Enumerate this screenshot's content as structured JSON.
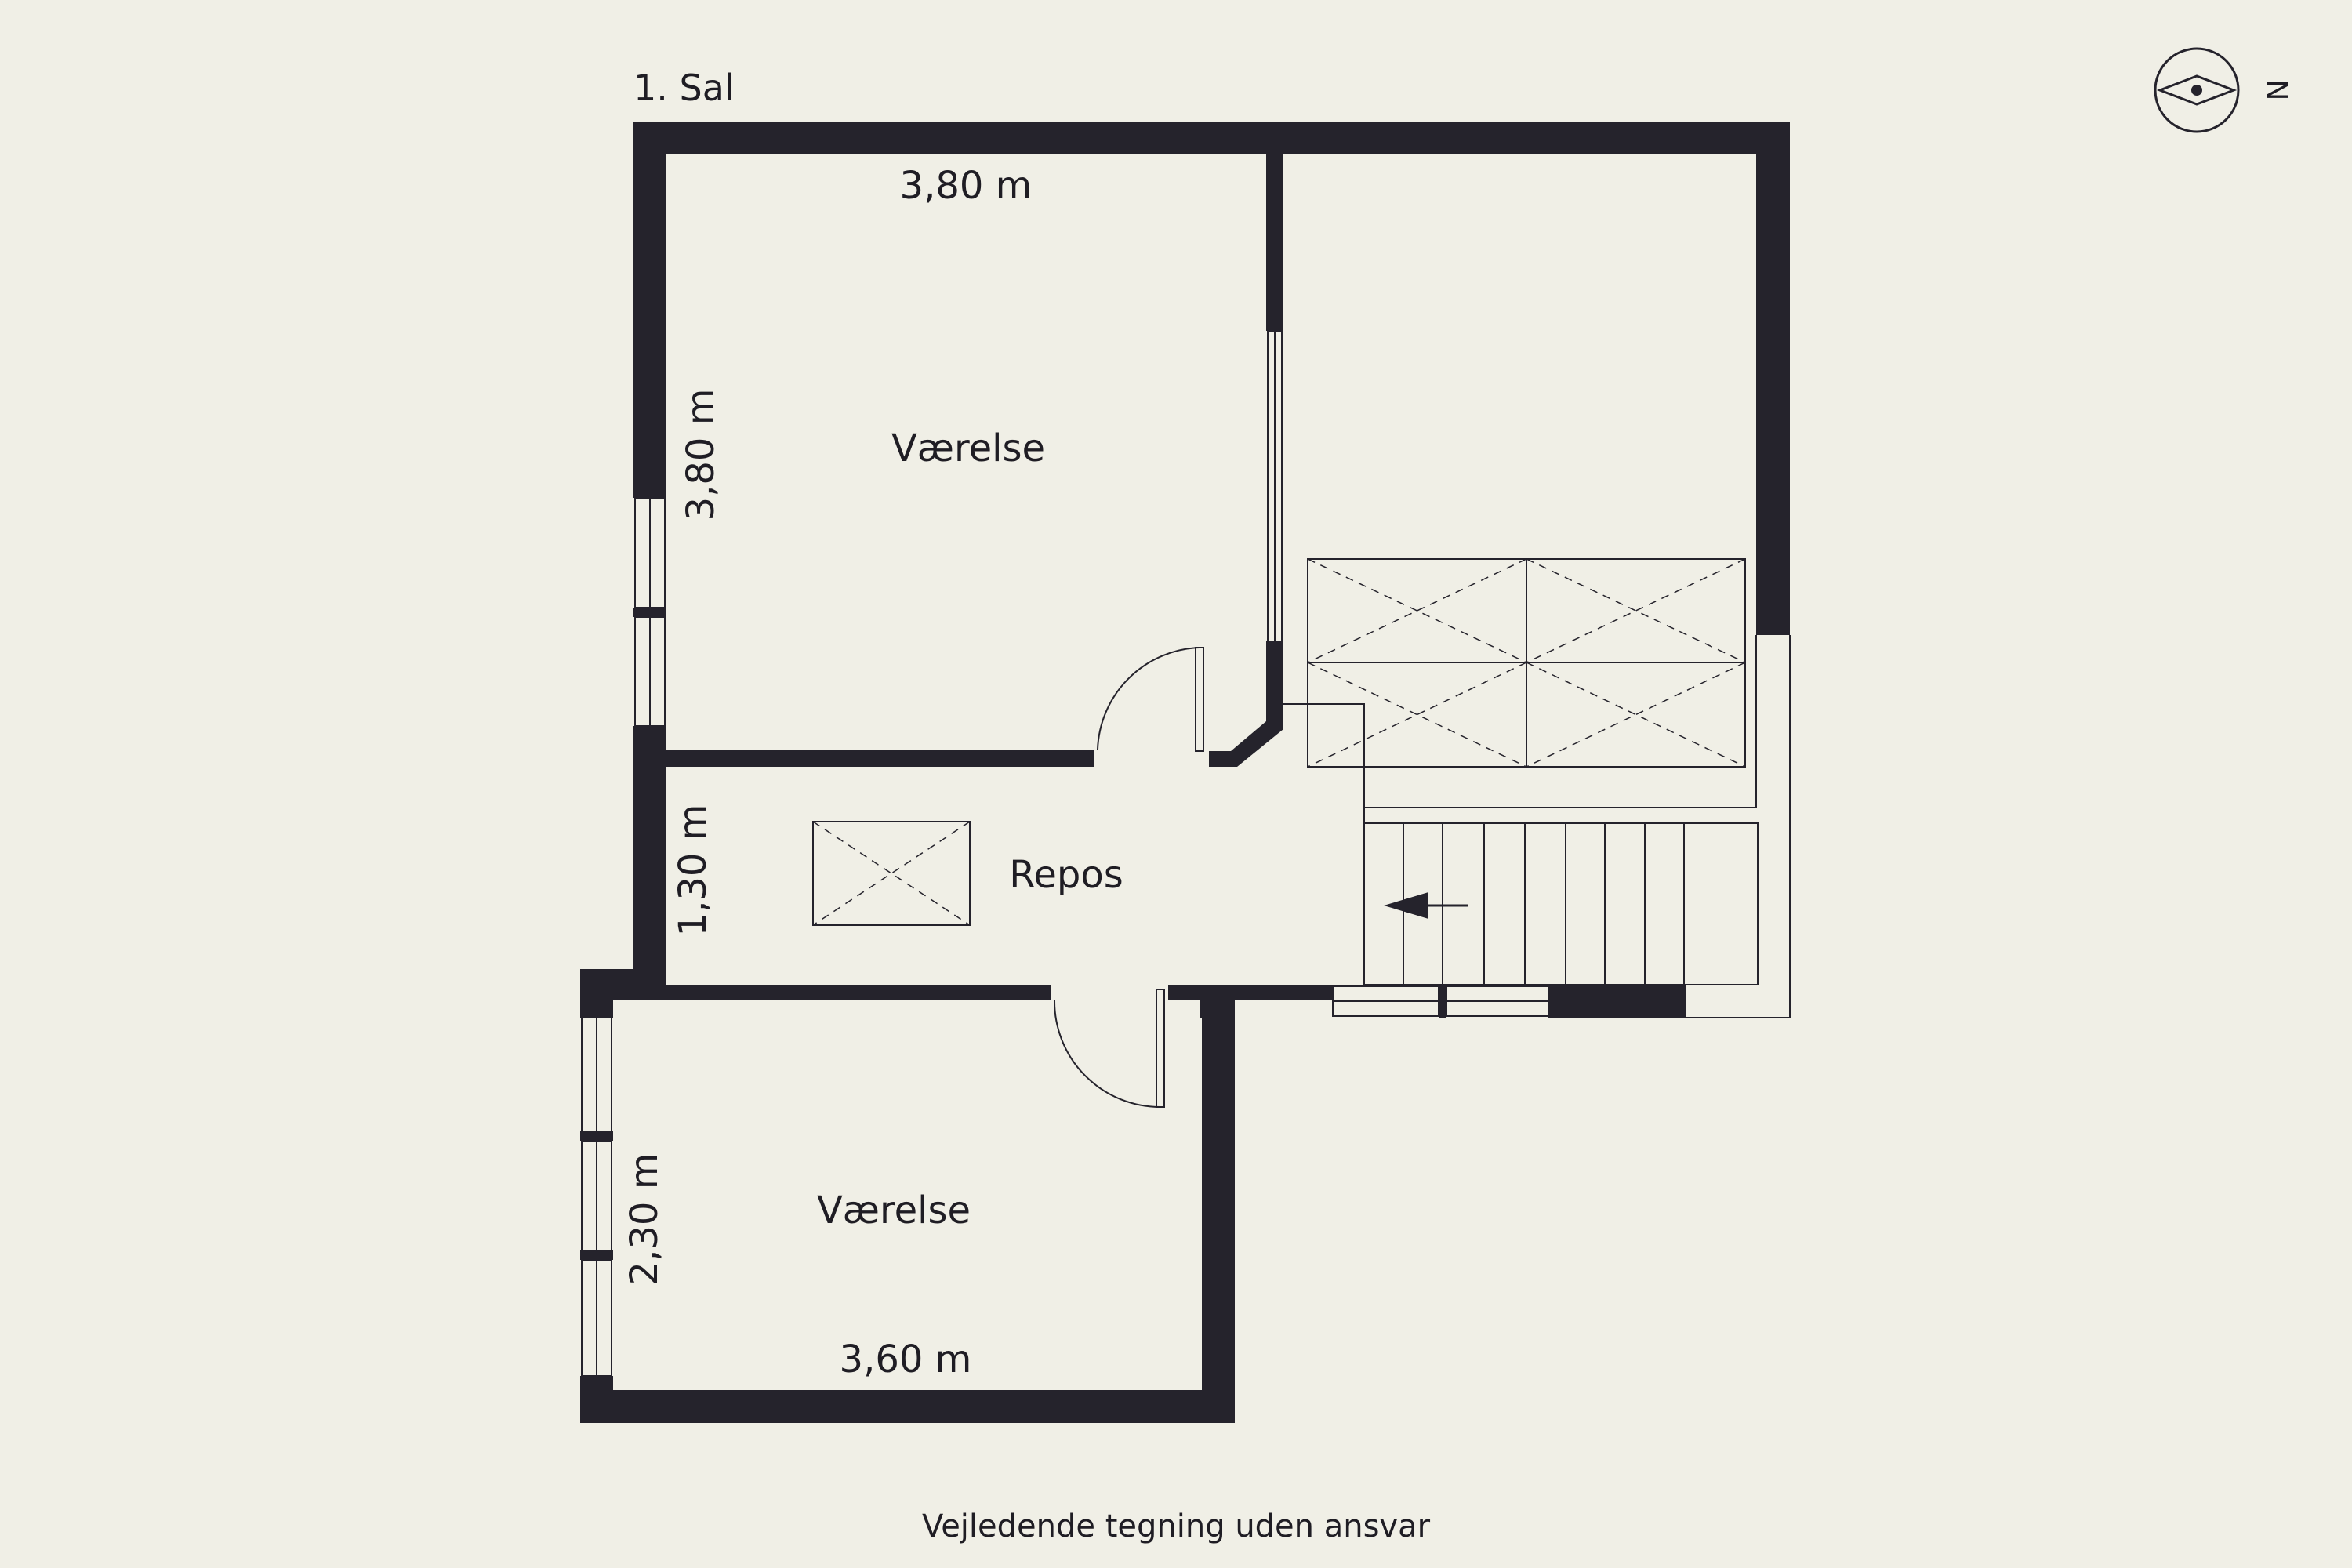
{
  "floor_label": "1. Sal",
  "rooms": {
    "bedroom_top": "Værelse",
    "landing": "Repos",
    "bedroom_bottom": "Værelse"
  },
  "dimensions": {
    "bedroom_top_width": "3,80 m",
    "bedroom_top_depth": "3,80 m",
    "landing_depth": "1,30 m",
    "bedroom_bottom_depth": "2,30 m",
    "bedroom_bottom_width": "3,60 m"
  },
  "compass": {
    "letter": "N",
    "icon": "compass-icon"
  },
  "disclaimer": "Vejledende tegning uden ansvar",
  "colors": {
    "background": "#f0efe6",
    "walls": "#25232c"
  }
}
